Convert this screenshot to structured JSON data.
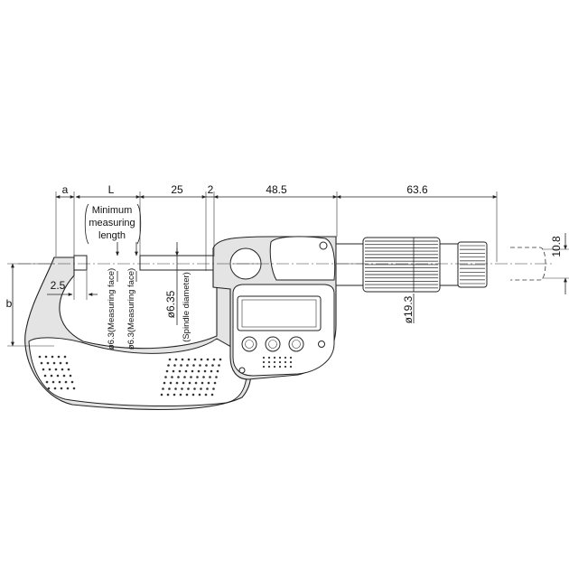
{
  "dimensions": {
    "a": "a",
    "L": "L",
    "d25": "25",
    "d2": "2",
    "d48_5": "48.5",
    "d63_6": "63.6",
    "d10_8": "10.8",
    "d2_5": "2.5",
    "b": "b",
    "d19_3": "ø19.3",
    "d6_35": "ø6.35"
  },
  "notes": {
    "min_line1": "Minimum",
    "min_line2": "measuring",
    "min_line3": "length",
    "face1": "ø6.3(Measuring face)",
    "face2": "ø6.3(Measuring face)",
    "spindle": "(Spindle diameter)"
  }
}
